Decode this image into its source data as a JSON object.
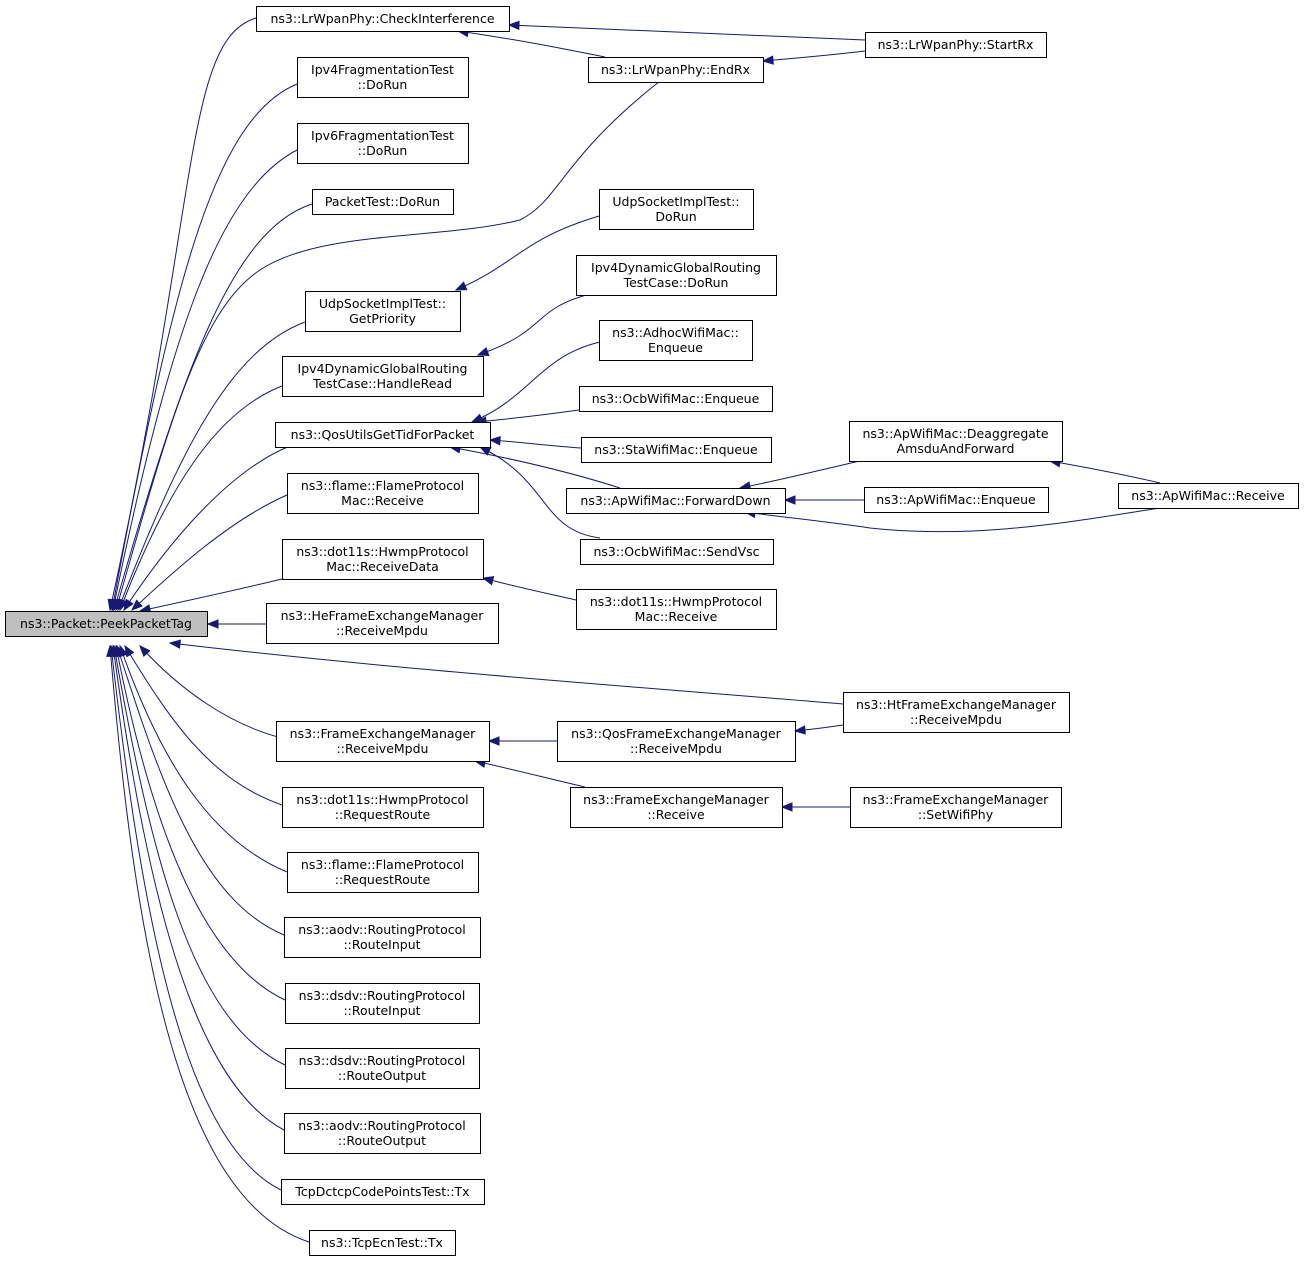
{
  "colors": {
    "edge": "#191970",
    "node_border": "#000000",
    "root_fill": "#bfbfbf",
    "node_fill": "#ffffff"
  },
  "nodes": {
    "root": [
      "ns3::Packet::PeekPacketTag"
    ],
    "lrwpan_checkinterference": [
      "ns3::LrWpanPhy::CheckInterference"
    ],
    "ipv4frag": [
      "Ipv4FragmentationTest",
      "::DoRun"
    ],
    "ipv6frag": [
      "Ipv6FragmentationTest",
      "::DoRun"
    ],
    "packettest": [
      "PacketTest::DoRun"
    ],
    "udp_getpriority": [
      "UdpSocketImplTest::",
      "GetPriority"
    ],
    "ipv4dyn_handleread": [
      "Ipv4DynamicGlobalRouting",
      "TestCase::HandleRead"
    ],
    "qosutils": [
      "ns3::QosUtilsGetTidForPacket"
    ],
    "flame_receive": [
      "ns3::flame::FlameProtocol",
      "Mac::Receive"
    ],
    "hwmp_receivedata": [
      "ns3::dot11s::HwmpProtocol",
      "Mac::ReceiveData"
    ],
    "he_receivempdu": [
      "ns3::HeFrameExchangeManager",
      "::ReceiveMpdu"
    ],
    "fem_receivempdu": [
      "ns3::FrameExchangeManager",
      "::ReceiveMpdu"
    ],
    "hwmp_requestroute": [
      "ns3::dot11s::HwmpProtocol",
      "::RequestRoute"
    ],
    "flame_requestroute": [
      "ns3::flame::FlameProtocol",
      "::RequestRoute"
    ],
    "aodv_routeinput": [
      "ns3::aodv::RoutingProtocol",
      "::RouteInput"
    ],
    "dsdv_routeinput": [
      "ns3::dsdv::RoutingProtocol",
      "::RouteInput"
    ],
    "dsdv_routeoutput": [
      "ns3::dsdv::RoutingProtocol",
      "::RouteOutput"
    ],
    "aodv_routeoutput": [
      "ns3::aodv::RoutingProtocol",
      "::RouteOutput"
    ],
    "tcpdctcp_tx": [
      "TcpDctcpCodePointsTest::Tx"
    ],
    "tcpecn_tx": [
      "ns3::TcpEcnTest::Tx"
    ],
    "lrwpan_endrx": [
      "ns3::LrWpanPhy::EndRx"
    ],
    "udp_dorun": [
      "UdpSocketImplTest::",
      "DoRun"
    ],
    "ipv4dyn_dorun": [
      "Ipv4DynamicGlobalRouting",
      "TestCase::DoRun"
    ],
    "adhoc_enqueue": [
      "ns3::AdhocWifiMac::",
      "Enqueue"
    ],
    "ocb_enqueue": [
      "ns3::OcbWifiMac::Enqueue"
    ],
    "sta_enqueue": [
      "ns3::StaWifiMac::Enqueue"
    ],
    "ap_forwarddown": [
      "ns3::ApWifiMac::ForwardDown"
    ],
    "ocb_sendvsc": [
      "ns3::OcbWifiMac::SendVsc"
    ],
    "hwmp_receive": [
      "ns3::dot11s::HwmpProtocol",
      "Mac::Receive"
    ],
    "qosfem_receivempdu": [
      "ns3::QosFrameExchangeManager",
      "::ReceiveMpdu"
    ],
    "fem_receive": [
      "ns3::FrameExchangeManager",
      "::Receive"
    ],
    "lrwpan_startrx": [
      "ns3::LrWpanPhy::StartRx"
    ],
    "ap_deaggregate": [
      "ns3::ApWifiMac::Deaggregate",
      "AmsduAndForward"
    ],
    "ap_enqueue": [
      "ns3::ApWifiMac::Enqueue"
    ],
    "ht_receivempdu": [
      "ns3::HtFrameExchangeManager",
      "::ReceiveMpdu"
    ],
    "fem_setwifiphy": [
      "ns3::FrameExchangeManager",
      "::SetWifiPhy"
    ],
    "ap_receive": [
      "ns3::ApWifiMac::Receive"
    ]
  },
  "edges": [
    {
      "from": "lrwpan_checkinterference",
      "to": "root"
    },
    {
      "from": "ipv4frag",
      "to": "root"
    },
    {
      "from": "ipv6frag",
      "to": "root"
    },
    {
      "from": "packettest",
      "to": "root"
    },
    {
      "from": "lrwpan_endrx",
      "to": "root"
    },
    {
      "from": "udp_getpriority",
      "to": "root"
    },
    {
      "from": "ipv4dyn_handleread",
      "to": "root"
    },
    {
      "from": "qosutils",
      "to": "root"
    },
    {
      "from": "flame_receive",
      "to": "root"
    },
    {
      "from": "hwmp_receivedata",
      "to": "root"
    },
    {
      "from": "he_receivempdu",
      "to": "root"
    },
    {
      "from": "ht_receivempdu",
      "to": "root"
    },
    {
      "from": "fem_receivempdu",
      "to": "root"
    },
    {
      "from": "hwmp_requestroute",
      "to": "root"
    },
    {
      "from": "flame_requestroute",
      "to": "root"
    },
    {
      "from": "aodv_routeinput",
      "to": "root"
    },
    {
      "from": "dsdv_routeinput",
      "to": "root"
    },
    {
      "from": "dsdv_routeoutput",
      "to": "root"
    },
    {
      "from": "aodv_routeoutput",
      "to": "root"
    },
    {
      "from": "tcpdctcp_tx",
      "to": "root"
    },
    {
      "from": "tcpecn_tx",
      "to": "root"
    },
    {
      "from": "lrwpan_endrx",
      "to": "lrwpan_checkinterference"
    },
    {
      "from": "lrwpan_startrx",
      "to": "lrwpan_checkinterference"
    },
    {
      "from": "lrwpan_startrx",
      "to": "lrwpan_endrx"
    },
    {
      "from": "udp_dorun",
      "to": "udp_getpriority"
    },
    {
      "from": "ipv4dyn_dorun",
      "to": "ipv4dyn_handleread"
    },
    {
      "from": "adhoc_enqueue",
      "to": "qosutils"
    },
    {
      "from": "ocb_enqueue",
      "to": "qosutils"
    },
    {
      "from": "sta_enqueue",
      "to": "qosutils"
    },
    {
      "from": "ap_forwarddown",
      "to": "qosutils"
    },
    {
      "from": "ocb_sendvsc",
      "to": "qosutils"
    },
    {
      "from": "ap_deaggregate",
      "to": "ap_forwarddown"
    },
    {
      "from": "ap_enqueue",
      "to": "ap_forwarddown"
    },
    {
      "from": "ap_receive",
      "to": "ap_forwarddown"
    },
    {
      "from": "ap_receive",
      "to": "ap_deaggregate"
    },
    {
      "from": "hwmp_receive",
      "to": "hwmp_receivedata"
    },
    {
      "from": "qosfem_receivempdu",
      "to": "fem_receivempdu"
    },
    {
      "from": "fem_receive",
      "to": "fem_receivempdu"
    },
    {
      "from": "ht_receivempdu",
      "to": "qosfem_receivempdu"
    },
    {
      "from": "fem_setwifiphy",
      "to": "fem_receive"
    }
  ]
}
